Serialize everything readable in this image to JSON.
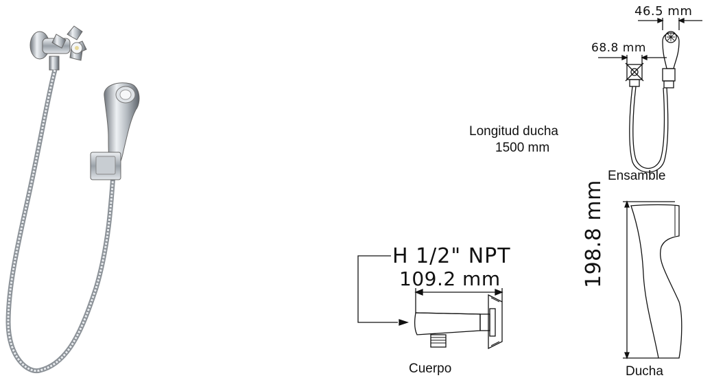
{
  "dimensions": {
    "handle_width": "46.5 mm",
    "valve_width": "68.8 mm",
    "thread": "H 1/2\" NPT",
    "body_length": "109.2 mm",
    "shower_height": "198.8 mm"
  },
  "labels": {
    "hose_length_line1": "Longitud  ducha",
    "hose_length_line2": "1500 mm",
    "assembly": "Ensamble",
    "body": "Cuerpo",
    "shower": "Ducha"
  },
  "colors": {
    "chrome_dark": "#6f757c",
    "chrome_mid": "#b4bac0",
    "chrome_light": "#eef1f4",
    "line": "#111111"
  }
}
